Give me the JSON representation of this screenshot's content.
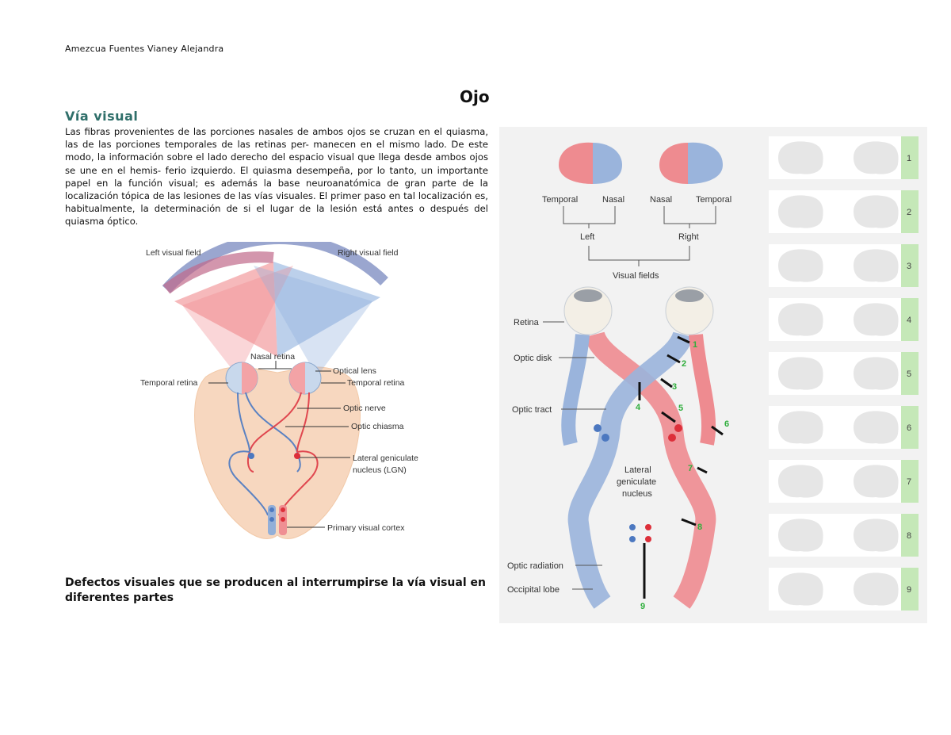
{
  "header": {
    "author": "Amezcua Fuentes Vianey Alejandra"
  },
  "title": "Ojo",
  "section_title": "Vía visual",
  "paragraph": "Las fibras provenientes de las porciones nasales de ambos ojos se cruzan en el quiasma, las de las porciones temporales de las retinas per- manecen en el mismo lado. De este modo, la información sobre el lado derecho del espacio visual que llega desde ambos ojos se une en el hemis- ferio izquierdo. El quiasma desempeña, por lo tanto, un importante papel en la función visual; es además la base neuroanatómica de gran parte de la localización tópica de las lesiones de las vías visuales. El primer paso en tal localización es, habitualmente, la determinación de si el lugar de la lesión está antes o después del quiasma óptico.",
  "caption": "Defectos visuales que se producen al interrumpirse la vía visual en diferentes partes",
  "figure1": {
    "left_field": "Left visual field",
    "right_field": "Right visual field",
    "nasal_retina": "Nasal retina",
    "temporal_retina_left": "Temporal retina",
    "optical_lens": "Optical lens",
    "temporal_retina_right": "Temporal retina",
    "optic_nerve": "Optic nerve",
    "optic_chiasma": "Optic chiasma",
    "lgn_line1": "Lateral geniculate",
    "lgn_line2": "nucleus (LGN)",
    "visual_cortex": "Primary visual cortex"
  },
  "figure2": {
    "temporal_l": "Temporal",
    "nasal_l": "Nasal",
    "nasal_r": "Nasal",
    "temporal_r": "Temporal",
    "left": "Left",
    "right": "Right",
    "visual_fields": "Visual fields",
    "retina": "Retina",
    "optic_disk": "Optic disk",
    "optic_tract": "Optic tract",
    "lateral": "Lateral",
    "geniculate": "geniculate",
    "nucleus": "nucleus",
    "optic_radiation": "Optic radiation",
    "occipital_lobe": "Occipital lobe",
    "lesions": [
      "1",
      "2",
      "3",
      "4",
      "5",
      "6",
      "7",
      "8",
      "9"
    ],
    "rows": [
      "1",
      "2",
      "3",
      "4",
      "5",
      "6",
      "7",
      "8",
      "9"
    ]
  },
  "colors": {
    "red": "#e98a8d",
    "blue": "#93afd8",
    "green_tab": "#c5e8b8",
    "lesion_green": "#2fae3c"
  }
}
